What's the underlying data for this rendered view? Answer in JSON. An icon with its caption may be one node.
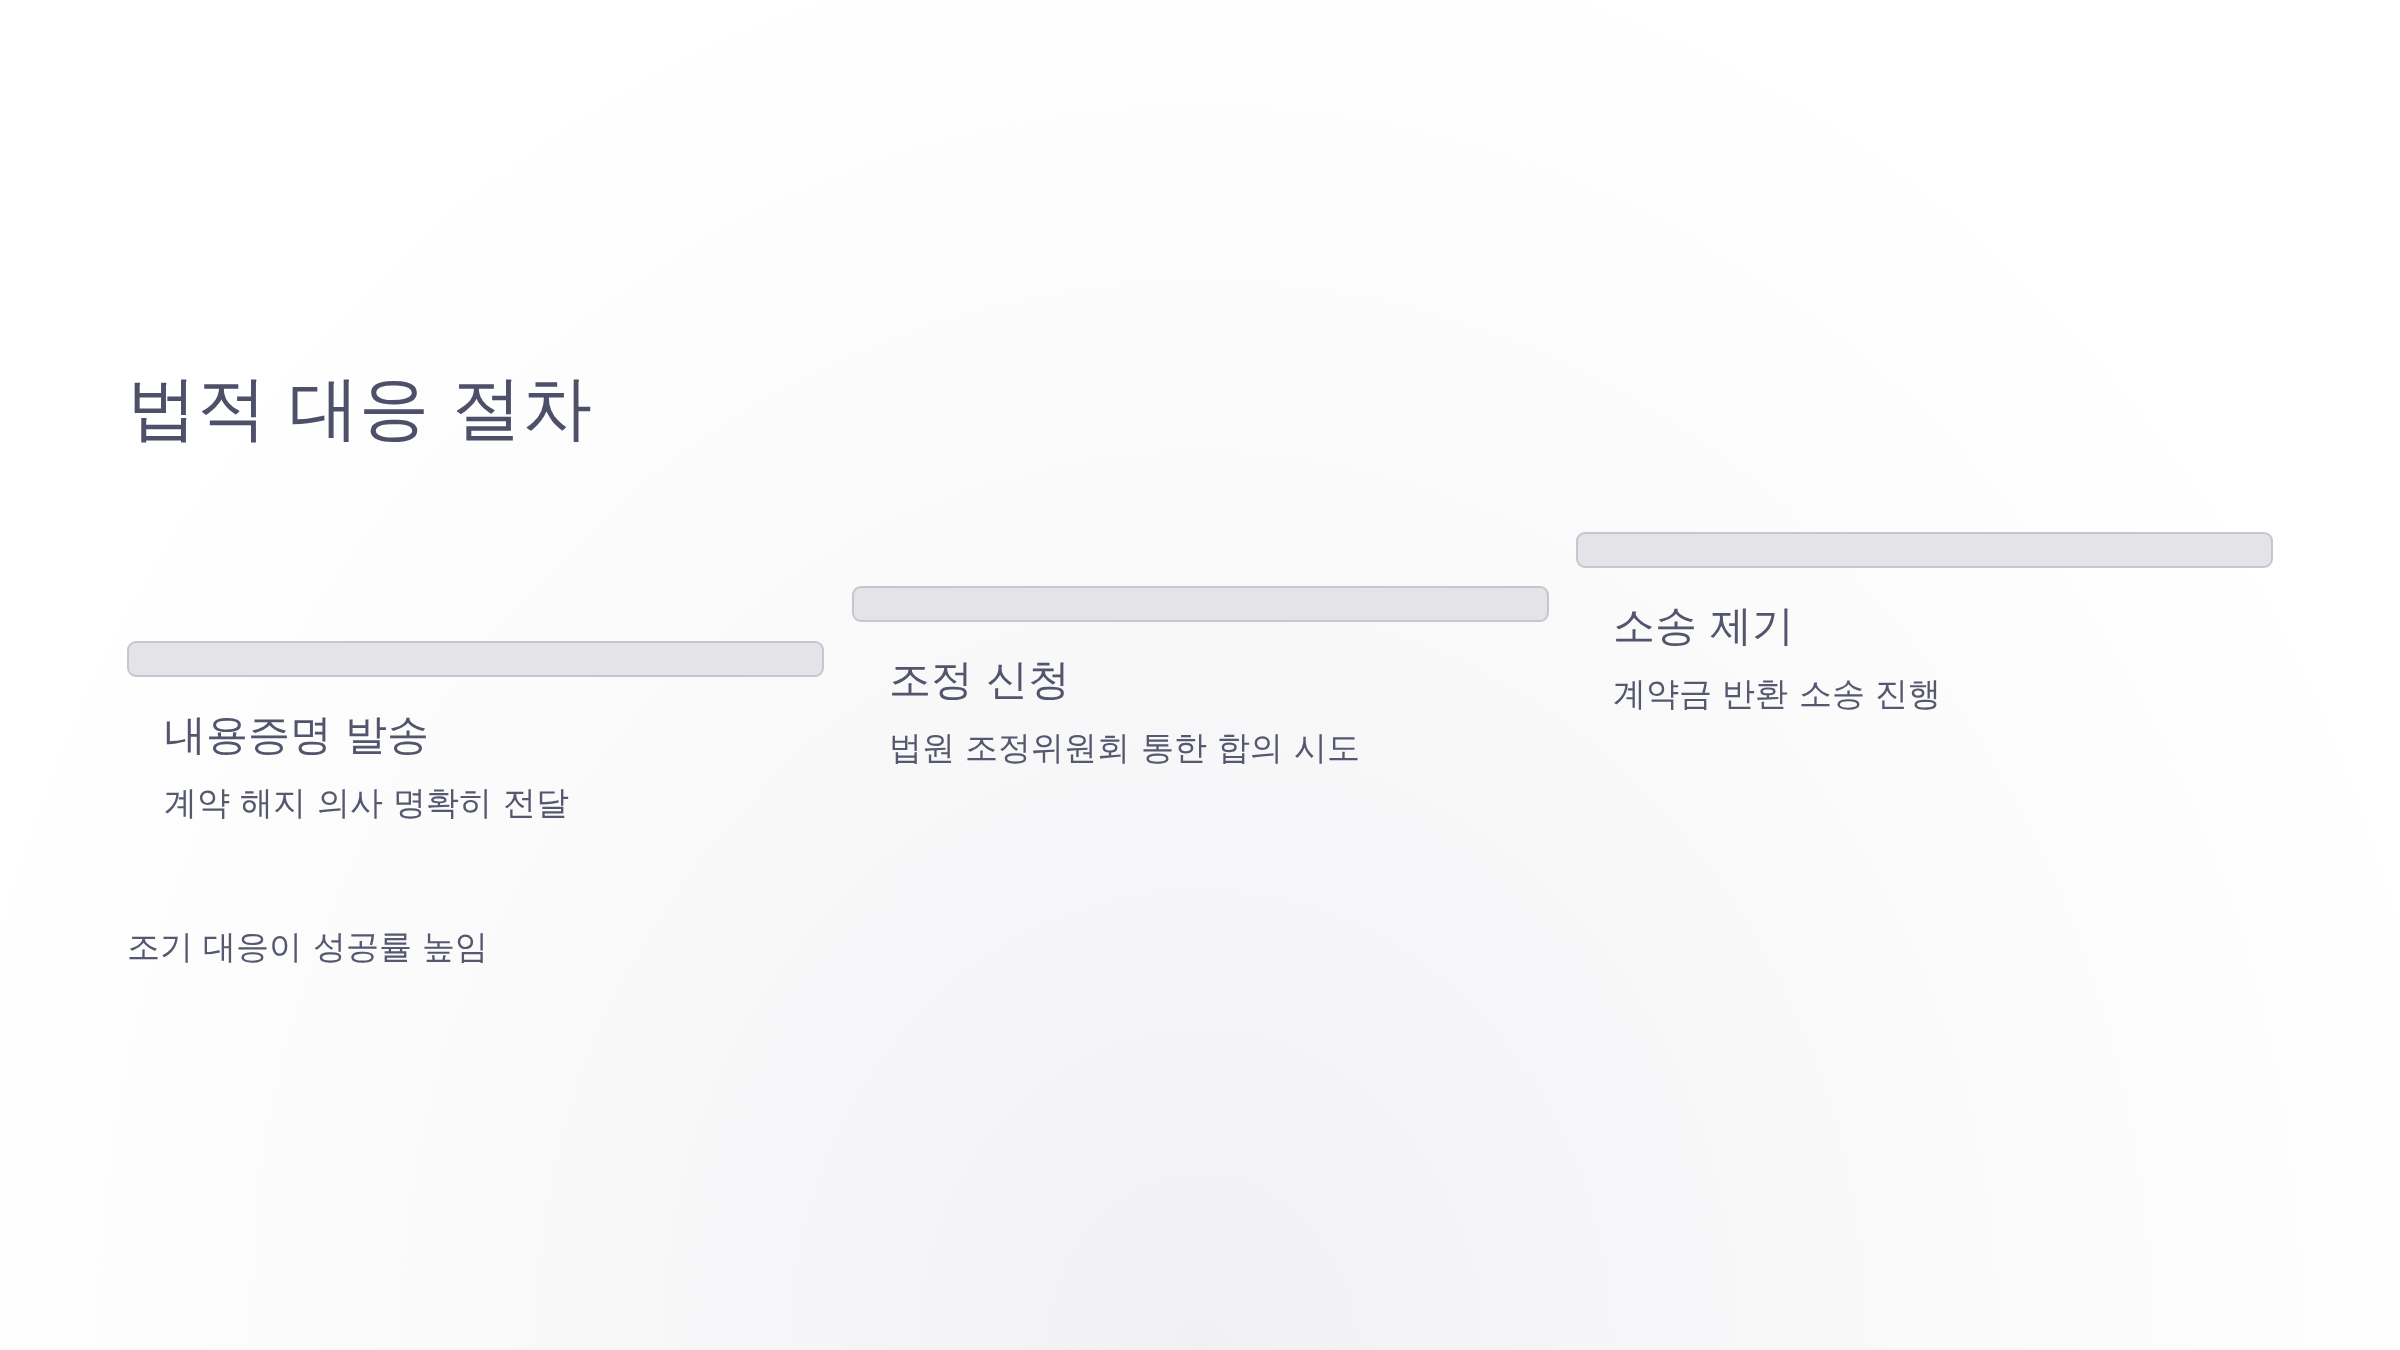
{
  "diagram": {
    "title": "법적 대응 절차",
    "nodes": [
      {
        "text": [
          "내용증명 발송",
          "계약 해지 의사 명확히 전달"
        ]
      },
      {
        "text": [
          "조정 신청",
          "법원 조정위원회 통한 합의 시도"
        ]
      },
      {
        "text": [
          "소송 제기",
          "계약금 반환 소송 진행"
        ]
      }
    ],
    "labels": [
      "조기 대응이 성공률 높임"
    ]
  }
}
